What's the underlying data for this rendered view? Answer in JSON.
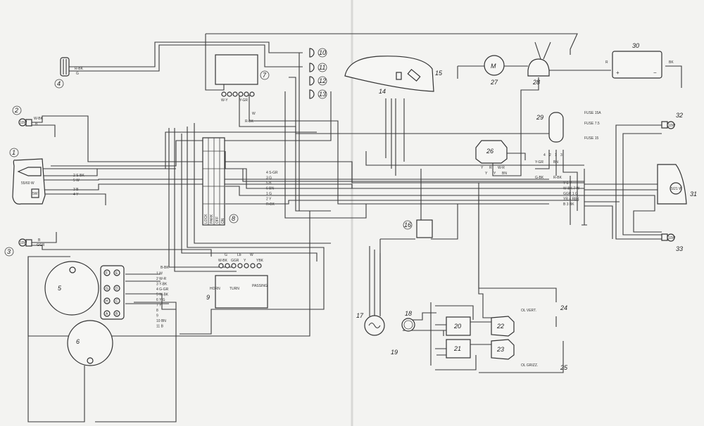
{
  "components": {
    "c1": "1",
    "c2": "2",
    "c3": "3",
    "c4": "4",
    "c5": "5",
    "c6": "6",
    "c7": "7",
    "c8": "8",
    "c9": "9",
    "c10": "10",
    "c11": "11",
    "c12": "12",
    "c13": "13",
    "c14": "14",
    "c15": "15",
    "c16": "16",
    "c17": "17",
    "c18": "18",
    "c19": "19",
    "c20": "20",
    "c21": "21",
    "c22": "22",
    "c23": "23",
    "c24": "24",
    "c25": "25",
    "c26": "26",
    "c27": "27",
    "c28": "28",
    "c29": "29",
    "c30": "30",
    "c31": "31",
    "c32": "32",
    "c33": "33"
  },
  "ratings": {
    "headlight": "55/60 W",
    "parking": "5W",
    "front_left": "10W",
    "front_left_lower": "10W",
    "rear_upper": "10W",
    "rear_lower": "10W",
    "tail": "5/21 W",
    "motor": "M"
  },
  "ignition": {
    "lock": "LOCK",
    "park": "PARK",
    "off": "OFF",
    "on": "ON"
  },
  "switch9": {
    "horn": "HORN",
    "turn": "TURN",
    "passing": "PASSING",
    "pins": [
      "W-BK",
      "G",
      "GGR",
      "Lb",
      "Y",
      "W",
      "YBK"
    ]
  },
  "fuses": {
    "f1": "FUSE 15A",
    "f2": "FUSE 7.5",
    "f3": "FUSE 15"
  },
  "oil": {
    "upper": "OL VERT.",
    "lower": "OL GRIZZ."
  },
  "battery": {
    "plus": "+",
    "minus": "−",
    "neg_wire": "BK",
    "pos_wire": "R"
  },
  "wires": {
    "horn": [
      "R-BK",
      "G"
    ],
    "front2": [
      "W-BK",
      "B"
    ],
    "front3": [
      "B",
      "GGR"
    ],
    "headlight": [
      "2 S-BK",
      "5 W",
      "3 B",
      "4 Y"
    ],
    "ign": [
      "4 S-GR",
      "3 G",
      "5 B",
      "6 BN",
      "1 G",
      "2 Y",
      "R-BK"
    ],
    "dash": [
      "B-BK",
      "1 W",
      "2 W-R",
      "3 Y-BK",
      "4 G-GR",
      "5 W-BK",
      "6 Y-G",
      "7 Y",
      "8",
      "9",
      "10 BN",
      "11 B"
    ],
    "rear": [
      "Y 6 Y",
      "W-BK 7 W",
      "GGR 1 G",
      "YR 4 RBK",
      "B 3 BK"
    ],
    "reg": [
      "Y",
      "Y",
      "R",
      "Y",
      "W-R",
      "BN"
    ],
    "relay7": [
      "W-Y",
      "Y-GR",
      "R-BK",
      "W"
    ],
    "fuseconn": [
      "4",
      "2",
      "1",
      "3",
      "Y-GR",
      "BN",
      "G-BK",
      "R-BK"
    ]
  }
}
